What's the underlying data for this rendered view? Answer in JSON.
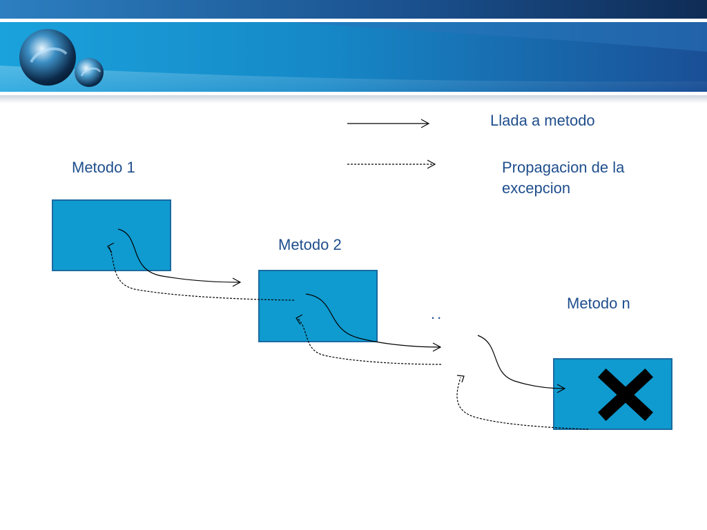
{
  "legend": {
    "call": "Llada a metodo",
    "propagation_line1": "Propagacion de la",
    "propagation_line2": "excepcion"
  },
  "methods": {
    "first": "Metodo 1",
    "second": "Metodo 2",
    "last": "Metodo n"
  },
  "ellipsis": "..",
  "colors": {
    "box_fill": "#0f9bd0",
    "box_stroke": "#1a6aa0",
    "label_text": "#1f4e8c",
    "error_mark": "#000000"
  },
  "icons": {
    "error": "x-mark-icon",
    "logo": "sphere-logo-icon"
  }
}
